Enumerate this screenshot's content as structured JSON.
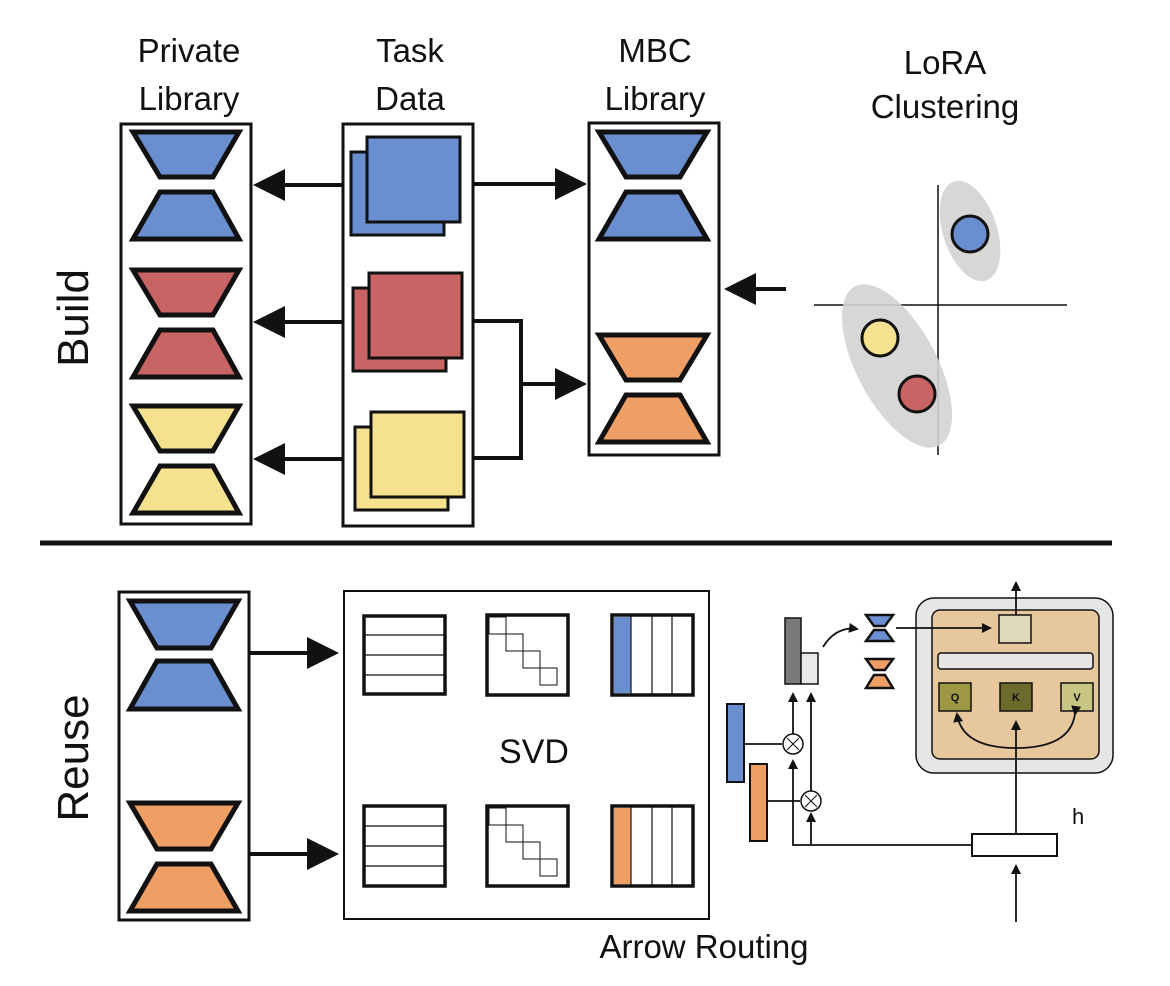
{
  "headers": {
    "private_library": [
      "Private",
      "Library"
    ],
    "task_data": [
      "Task",
      "Data"
    ],
    "mbc_library": [
      "MBC",
      "Library"
    ],
    "lora_clustering": [
      "LoRA",
      "Clustering"
    ]
  },
  "section_labels": {
    "build": "Build",
    "reuse": "Reuse"
  },
  "svd_label": "SVD",
  "arrow_routing_label": "Arrow Routing",
  "hidden_state_label": "h",
  "attention_labels": {
    "q": "Q",
    "k": "K",
    "v": "V"
  },
  "colors": {
    "blue": "#6a8fd0",
    "red": "#c96464",
    "yellow": "#f5e18e",
    "orange": "#ef9e64",
    "attn_bg": "#e7c79c",
    "gray_blob": "#d3d3d3",
    "qk_fill": "#9e9845",
    "k_fill": "#6e6a2e",
    "v_fill": "#c8c583"
  }
}
